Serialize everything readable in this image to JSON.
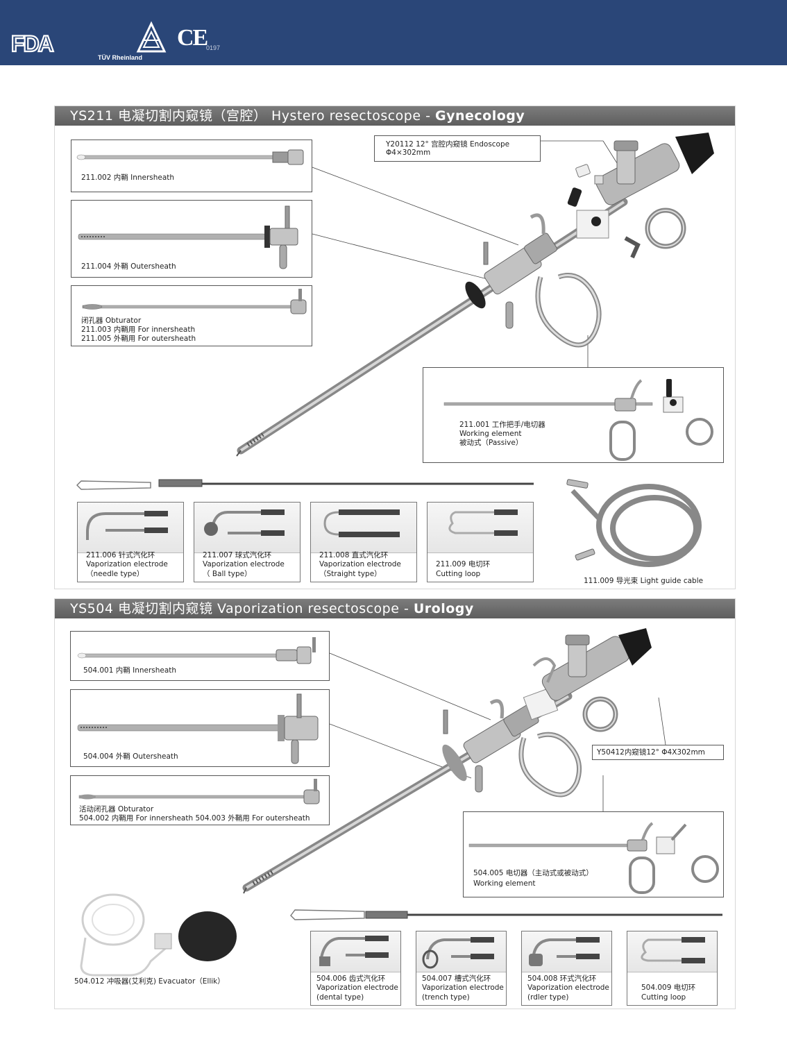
{
  "header": {
    "logos": [
      "FDA",
      "TÜV Rheinland",
      "CE"
    ],
    "fda_text": "FDA",
    "tuv_text": "TÜV Rheinland",
    "ce_text": "CE",
    "ce_number": "0197",
    "bar_color": "#2a4678"
  },
  "gyn": {
    "title_main": "YS211 电凝切割内窥镜（宫腔） Hystero resectoscope - ",
    "title_bold": "Gynecology",
    "endoscope": {
      "line1": "Y20112  12°  宫腔内窥镜 Endoscope",
      "line2": "Φ4×302mm"
    },
    "inner_sheath": "211.002 内鞘 Innersheath",
    "outer_sheath": "211.004 外鞘 Outersheath",
    "obturator": {
      "line1": "闭孔器 Obturator",
      "line2": "211.003 内鞘用 For innersheath",
      "line3": "211.005 外鞘用 For outersheath"
    },
    "working_element": {
      "line1": "211.001  工作把手/电切器",
      "line2": "Working element",
      "line3": "被动式（Passive）"
    },
    "electrodes": [
      {
        "line1": "211.006 针式汽化环",
        "line2": "Vaporization electrode",
        "line3": "（needle type）"
      },
      {
        "line1": "211.007  球式汽化环",
        "line2": "Vaporization electrode",
        "line3": "（ Ball type）"
      },
      {
        "line1": "211.008 直式汽化环",
        "line2": "Vaporization electrode",
        "line3": "（Straight type）"
      },
      {
        "line1": "211.009  电切环",
        "line2": "Cutting loop",
        "line3": ""
      }
    ],
    "cable": "111.009 导光束 Light guide cable"
  },
  "uro": {
    "title_main": "YS504 电凝切割内窥镜 Vaporization resectoscope - ",
    "title_bold": "Urology",
    "inner_sheath": "504.001 内鞘 Innersheath",
    "outer_sheath": "504.004 外鞘 Outersheath",
    "obturator": {
      "line1": "活动闭孔器  Obturator",
      "line2": "504.002 内鞘用 For innersheath     504.003 外鞘用 For outersheath"
    },
    "endoscope": "Y50412内窥镜12°  Φ4X302mm",
    "working_element": {
      "line1": "504.005 电切器（主动式或被动式）",
      "line2": "Working element"
    },
    "evacuator": "504.012 冲吸器(艾利克) Evacuator（Ellik）",
    "electrodes": [
      {
        "line1": "504.006 齿式汽化环",
        "line2": "Vaporization electrode",
        "line3": "(dental type)"
      },
      {
        "line1": "504.007  槽式汽化环",
        "line2": "Vaporization electrode",
        "line3": "(trench type)"
      },
      {
        "line1": "504.008 环式汽化环",
        "line2": "Vaporization electrode",
        "line3": "(rdler type)"
      },
      {
        "line1": "504.009 电切环",
        "line2": "Cutting loop",
        "line3": ""
      }
    ]
  }
}
